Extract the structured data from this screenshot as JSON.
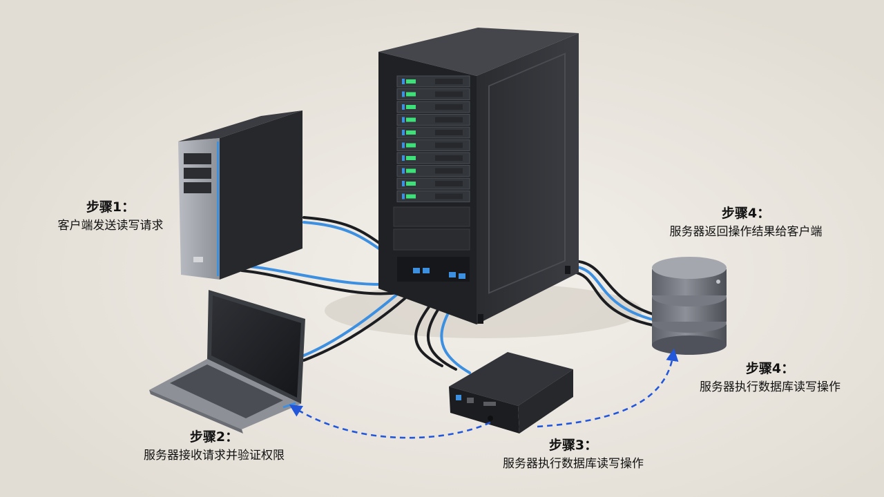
{
  "steps": [
    {
      "title": "步骤1：",
      "desc": "客户端发送读写请求"
    },
    {
      "title": "步骤2：",
      "desc": "服务器接收请求并验证权限"
    },
    {
      "title": "步骤3：",
      "desc": "服务器执行数据库读写操作"
    },
    {
      "title": "步骤4：",
      "desc": "服务器返回操作结果给客户端"
    },
    {
      "title": "步骤4：",
      "desc": "服务器执行数据库读写操作"
    }
  ],
  "colors": {
    "background": "#ebe7e0",
    "cable_blue": "#3d8fe0",
    "cable_dark": "#1c1d20",
    "arrow": "#2357d9",
    "device_body": "#2e3034",
    "led_green": "#3ee07a"
  },
  "icons": [
    "desktop-tower-icon",
    "laptop-icon",
    "server-rack-icon",
    "mini-pc-icon",
    "database-cylinder-icon"
  ]
}
